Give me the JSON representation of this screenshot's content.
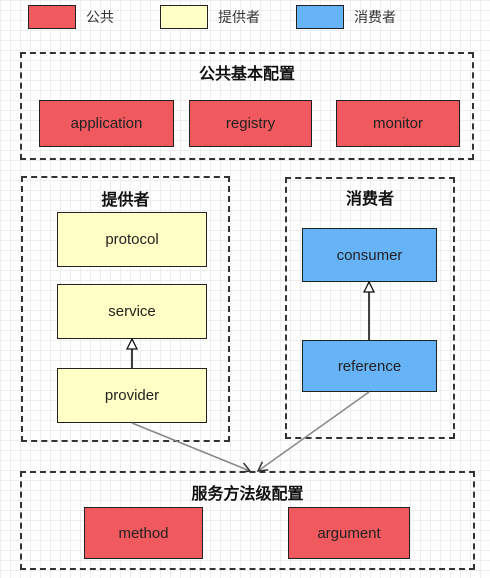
{
  "colors": {
    "common": "#f05a5e",
    "provider": "#ffffc6",
    "consumer": "#66b3f8"
  },
  "legend": [
    {
      "label": "公共",
      "color": "#f05a5e"
    },
    {
      "label": "提供者",
      "color": "#ffffc6"
    },
    {
      "label": "消费者",
      "color": "#66b3f8"
    }
  ],
  "groups": {
    "common": {
      "title": "公共基本配置",
      "nodes": [
        "application",
        "registry",
        "monitor"
      ]
    },
    "provider": {
      "title": "提供者",
      "nodes": [
        "protocol",
        "service",
        "provider"
      ]
    },
    "consumer": {
      "title": "消费者",
      "nodes": [
        "consumer",
        "reference"
      ]
    },
    "method": {
      "title": "服务方法级配置",
      "nodes": [
        "method",
        "argument"
      ]
    }
  }
}
